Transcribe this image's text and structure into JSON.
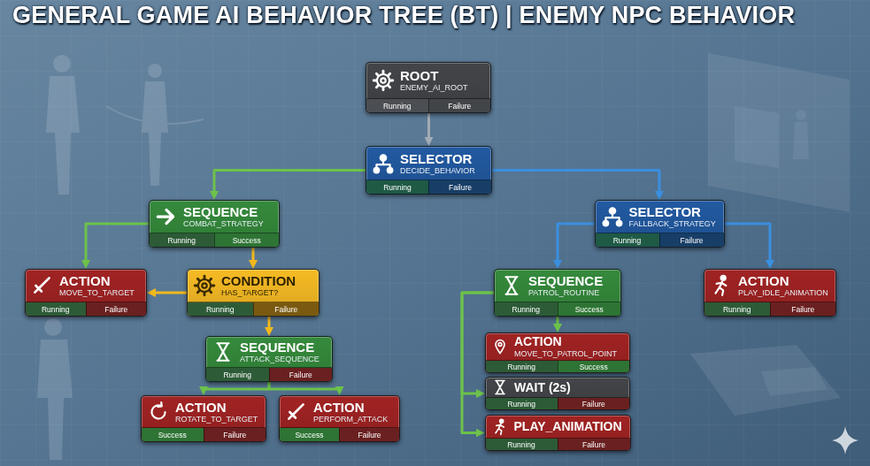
{
  "diagram": {
    "title": "GENERAL GAME AI BEHAVIOR TREE (BT) | ENEMY NPC BEHAVIOR",
    "nodes": [
      {
        "text": [
          "ROOT",
          "ENEMY_AI_ROOT",
          "Running",
          "Failure"
        ]
      },
      {
        "text": [
          "SELECTOR",
          "DECIDE_BEHAVIOR",
          "Running",
          "Failure"
        ]
      },
      {
        "text": [
          "SEQUENCE",
          "COMBAT_STRATEGY",
          "Running",
          "Success"
        ]
      },
      {
        "text": [
          "SELECTOR",
          "FALLBACK_STRATEGY",
          "Running",
          "Failure"
        ]
      },
      {
        "text": [
          "ACTION",
          "MOVE_TO_TARGET",
          "Running",
          "Failure"
        ]
      },
      {
        "text": [
          "CONDITION",
          "HAS_TARGET?",
          "Running",
          "Failure"
        ]
      },
      {
        "text": [
          "SEQUENCE",
          "PATROL_ROUTINE",
          "Running",
          "Success"
        ]
      },
      {
        "text": [
          "ACTION",
          "PLAY_IDLE_ANIMATION",
          "Running",
          "Failure"
        ]
      },
      {
        "text": [
          "ACTION",
          "MOVE_TO_PATROL_POINT",
          "Running",
          "Success"
        ]
      },
      {
        "text": [
          "SEQUENCE",
          "ATTACK_SEQUENCE",
          "Running",
          "Failure"
        ]
      },
      {
        "text": [
          "WAIT (2s)",
          "Running",
          "Failure"
        ]
      },
      {
        "text": [
          "ACTION",
          "ROTATE_TO_TARGET",
          "Success",
          "Failure"
        ]
      },
      {
        "text": [
          "ACTION",
          "PERFORM_ATTACK",
          "Success",
          "Failure"
        ]
      },
      {
        "text": [
          "PLAY_ANIMATION",
          "Running",
          "Failure"
        ]
      }
    ],
    "edges": [
      {
        "from": 0,
        "to": 1,
        "arrow": "to"
      },
      {
        "from": 1,
        "to": 2,
        "arrow": "to"
      },
      {
        "from": 1,
        "to": 3,
        "arrow": "to"
      },
      {
        "from": 2,
        "to": 4,
        "arrow": "to"
      },
      {
        "from": 2,
        "to": 5,
        "arrow": "to"
      },
      {
        "from": 5,
        "to": 4,
        "arrow": "to"
      },
      {
        "from": 5,
        "to": 9,
        "arrow": "to"
      },
      {
        "from": 9,
        "to": 11,
        "arrow": "to"
      },
      {
        "from": 9,
        "to": 12,
        "arrow": "to"
      },
      {
        "from": 3,
        "to": 6,
        "arrow": "to"
      },
      {
        "from": 3,
        "to": 7,
        "arrow": "to"
      },
      {
        "from": 6,
        "to": 8,
        "arrow": "to"
      },
      {
        "from": 6,
        "to": 10,
        "arrow": "to"
      },
      {
        "from": 6,
        "to": 13,
        "arrow": "to"
      }
    ]
  }
}
